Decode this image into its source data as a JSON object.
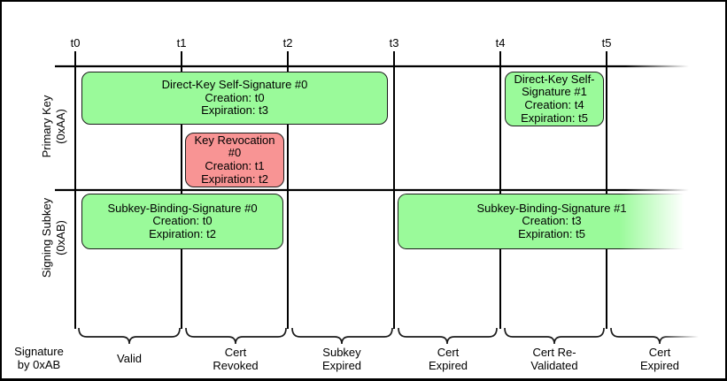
{
  "timeline": {
    "ticks": [
      "t0",
      "t1",
      "t2",
      "t3",
      "t4",
      "t5"
    ]
  },
  "rows": {
    "primary": "Primary Key\n(0xAA)",
    "subkey": "Signing Subkey\n(0xAB)"
  },
  "boxes": [
    {
      "title": "Direct-Key Self-Signature #0",
      "creation": "Creation: t0",
      "expiration": "Expiration: t3",
      "status": "valid"
    },
    {
      "title": "Direct-Key Self-Signature #1",
      "creation": "Creation: t4",
      "expiration": "Expiration: t5",
      "status": "valid"
    },
    {
      "title": "Key Revocation #0",
      "creation": "Creation: t1",
      "expiration": "Expiration: t2",
      "status": "revocation"
    },
    {
      "title": "Subkey-Binding-Signature #0",
      "creation": "Creation: t0",
      "expiration": "Expiration: t2",
      "status": "valid"
    },
    {
      "title": "Subkey-Binding-Signature #1",
      "creation": "Creation: t3",
      "expiration": "Expiration: t5",
      "status": "valid"
    }
  ],
  "bottom": {
    "axis_label": "Signature\nby 0xAB",
    "periods": [
      "Valid",
      "Cert\nRevoked",
      "Subkey\nExpired",
      "Cert\nExpired",
      "Cert Re-\nValidated",
      "Cert\nExpired"
    ]
  },
  "colors": {
    "valid_fill": "#9AFA9A",
    "revocation_fill": "#F89494",
    "box_border": "#1A1A1A",
    "line": "#000000",
    "background": "#FFFFFF"
  }
}
